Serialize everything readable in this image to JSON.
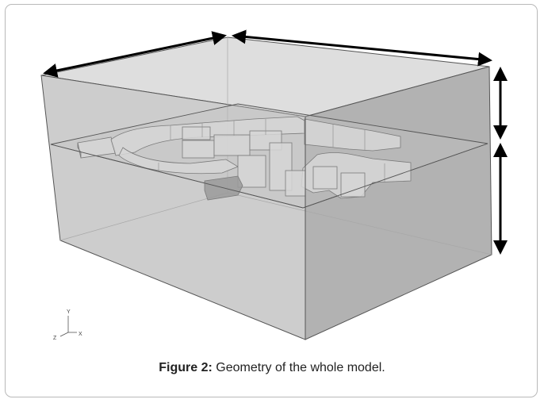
{
  "figure": {
    "caption_label": "Figure 2:",
    "caption_text": "Geometry of the whole model."
  },
  "triad": {
    "x_label": "X",
    "y_label": "Y",
    "z_label": "Z"
  },
  "colors": {
    "box_top": "#dedede",
    "box_front": "#cdcdcd",
    "box_right": "#b2b2b2",
    "structure": "#d8d8d8",
    "arrow": "#000000"
  }
}
